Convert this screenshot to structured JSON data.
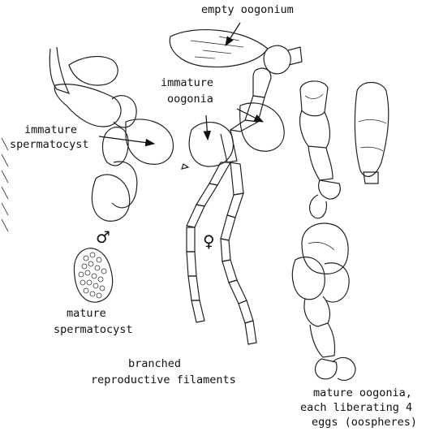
{
  "labels": {
    "empty_oogonium": "empty oogonium",
    "immature_oogonia_1": "immature",
    "immature_oogonia_2": "oogonia",
    "immature_spermatocyst_1": "immature",
    "immature_spermatocyst_2": "spermatocyst",
    "mature_spermatocyst_1": "mature",
    "mature_spermatocyst_2": "spermatocyst",
    "branched_1": "branched",
    "branched_2": "reproductive filaments",
    "mature_oogonia_1": "mature oogonia,",
    "mature_oogonia_2": "each liberating 4",
    "mature_oogonia_3": "eggs (oospheres)"
  },
  "symbols": {
    "male": "♂",
    "female": "♀"
  }
}
